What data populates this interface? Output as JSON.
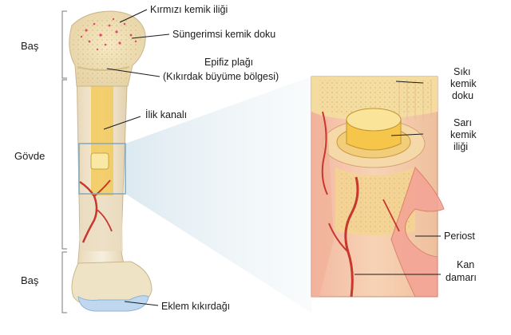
{
  "regions": {
    "top_head": "Baş",
    "shaft": "Gövde",
    "bottom_head": "Baş"
  },
  "labels": {
    "red_marrow": "Kırmızı kemik iliği",
    "spongy_bone": "Süngerimsi kemik doku",
    "epiphyseal_plate_line1": "Epifiz plağı",
    "epiphyseal_plate_line2": "(Kıkırdak büyüme bölgesi)",
    "marrow_canal": "İlik kanalı",
    "compact_bone": [
      "Sıkı",
      "kemik",
      "doku"
    ],
    "yellow_marrow": [
      "Sarı",
      "kemik",
      "iliği"
    ],
    "periosteum": "Periost",
    "blood_vessel": [
      "Kan",
      "damarı"
    ],
    "articular_cartilage": "Eklem kıkırdağı"
  },
  "colors": {
    "bone_outer": "#f2e6cc",
    "bone_shaft_fill": "#f4ead6",
    "spongy": "#f0dc8a",
    "marrow_yellow": "#f5c64a",
    "cartilage_blue": "#bfd8f0",
    "vessel_red": "#c8372d",
    "periost_pink": "#f4a596",
    "inset_frame": "#7fa8c0"
  }
}
